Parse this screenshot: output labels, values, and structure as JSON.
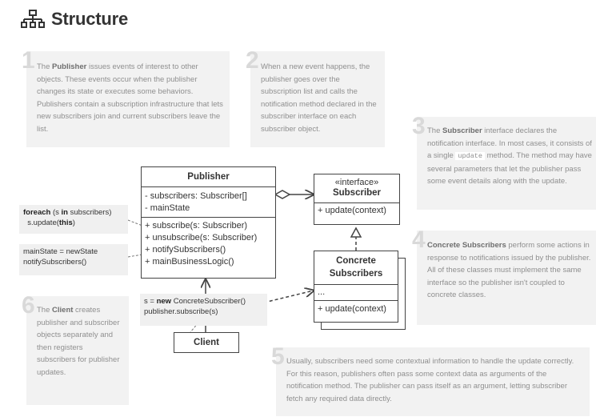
{
  "header": {
    "title": "Structure",
    "icon": "structure-icon"
  },
  "notes": [
    {
      "num": "1",
      "parts": [
        [
          "",
          "The "
        ],
        [
          "b",
          "Publisher"
        ],
        [
          "",
          " issues events of interest to other objects. These events occur when the publisher changes its state or executes some behaviors. Publishers contain a subscription infrastructure that lets new subscribers join and current subscribers leave the list."
        ]
      ]
    },
    {
      "num": "2",
      "parts": [
        [
          "",
          "When a new event happens, the publisher goes over the subscription list and calls the notification method declared in the subscriber interface on each subscriber object."
        ]
      ]
    },
    {
      "num": "3",
      "parts": [
        [
          "",
          "The "
        ],
        [
          "b",
          "Subscriber"
        ],
        [
          "",
          " interface declares the notification interface. In most cases, it consists of a single "
        ],
        [
          "code",
          "update"
        ],
        [
          "",
          " method. The method may have several parameters that let the publisher pass some event details along with the update."
        ]
      ]
    },
    {
      "num": "4",
      "parts": [
        [
          "b",
          "Concrete Subscribers"
        ],
        [
          "",
          " perform some actions in response to notifications issued by the publisher. All of these classes must implement the same interface so the publisher isn't coupled to concrete classes."
        ]
      ]
    },
    {
      "num": "5",
      "parts": [
        [
          "",
          "Usually, subscribers need some contextual information to handle the update correctly. For this reason, publishers often pass some context data as arguments of the notification method. The publisher can pass itself as an argument, letting subscriber fetch any required data directly."
        ]
      ]
    },
    {
      "num": "6",
      "parts": [
        [
          "",
          "The "
        ],
        [
          "b",
          "Client"
        ],
        [
          "",
          " creates publisher and subscriber objects separately and then registers subscribers for publisher updates."
        ]
      ]
    }
  ],
  "publisher": {
    "name": "Publisher",
    "fields": [
      "- subscribers: Subscriber[]",
      "- mainState"
    ],
    "methods": [
      "+ subscribe(s: Subscriber)",
      "+ unsubscribe(s: Subscriber)",
      "+ notifySubscribers()",
      "+ mainBusinessLogic()"
    ]
  },
  "subscriber": {
    "stereotype": "«interface»",
    "name": "Subscriber",
    "methods": [
      "+ update(context)"
    ]
  },
  "concrete": {
    "name_line1": "Concrete",
    "name_line2": "Subscribers",
    "fields": [
      "..."
    ],
    "methods": [
      "+ update(context)"
    ]
  },
  "client": {
    "name": "Client"
  },
  "code_notes": {
    "foreach": [
      [
        [
          "b",
          "foreach"
        ],
        [
          "",
          " (s "
        ],
        [
          "b",
          "in"
        ],
        [
          "",
          " subscribers)"
        ]
      ],
      [
        [
          "",
          "  s.update("
        ],
        [
          "b",
          "this"
        ],
        [
          "",
          ")"
        ]
      ]
    ],
    "notify": [
      [
        [
          "",
          "mainState = newState"
        ]
      ],
      [
        [
          "",
          "notifySubscribers()"
        ]
      ]
    ],
    "client": [
      [
        [
          "",
          "s = "
        ],
        [
          "b",
          "new"
        ],
        [
          "",
          " ConcreteSubscriber()"
        ]
      ],
      [
        [
          "",
          "publisher.subscribe(s)"
        ]
      ]
    ]
  },
  "colors": {
    "note_bg": "#f2f2f2",
    "note_text": "#8f8f8f",
    "number": "#d9d9d9",
    "uml_border": "#444444",
    "code_bg": "#f0f0f0"
  }
}
